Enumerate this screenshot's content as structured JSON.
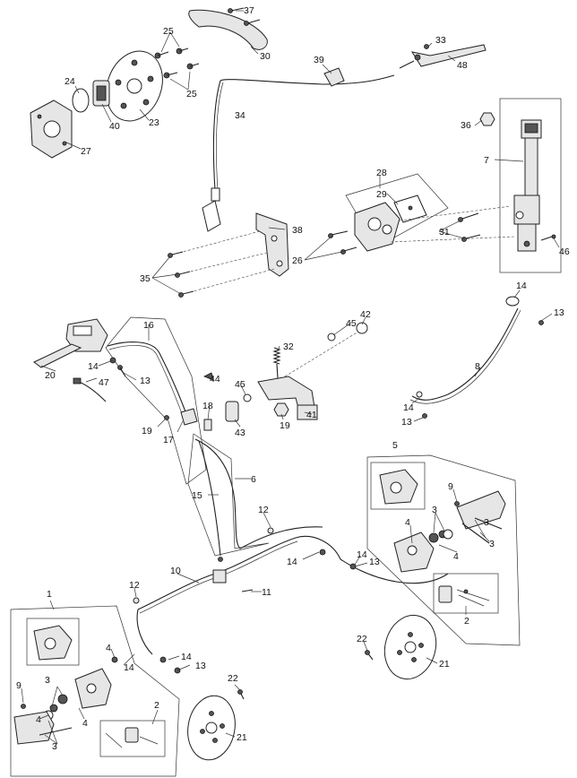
{
  "labels": [
    {
      "id": "37",
      "t": "37"
    },
    {
      "id": "25a",
      "t": "25"
    },
    {
      "id": "30",
      "t": "30"
    },
    {
      "id": "25b",
      "t": "25"
    },
    {
      "id": "24",
      "t": "24"
    },
    {
      "id": "40",
      "t": "40"
    },
    {
      "id": "23",
      "t": "23"
    },
    {
      "id": "27",
      "t": "27"
    },
    {
      "id": "34",
      "t": "34"
    },
    {
      "id": "39",
      "t": "39"
    },
    {
      "id": "33",
      "t": "33"
    },
    {
      "id": "48",
      "t": "48"
    },
    {
      "id": "36",
      "t": "36"
    },
    {
      "id": "7",
      "t": "7"
    },
    {
      "id": "28",
      "t": "28"
    },
    {
      "id": "29",
      "t": "29"
    },
    {
      "id": "31",
      "t": "31"
    },
    {
      "id": "38",
      "t": "38"
    },
    {
      "id": "26",
      "t": "26"
    },
    {
      "id": "35",
      "t": "35"
    },
    {
      "id": "46",
      "t": "46"
    },
    {
      "id": "14a",
      "t": "14"
    },
    {
      "id": "13a",
      "t": "13"
    },
    {
      "id": "16",
      "t": "16"
    },
    {
      "id": "42",
      "t": "42"
    },
    {
      "id": "45a",
      "t": "45"
    },
    {
      "id": "32",
      "t": "32"
    },
    {
      "id": "14b",
      "t": "14"
    },
    {
      "id": "20",
      "t": "20"
    },
    {
      "id": "47",
      "t": "47"
    },
    {
      "id": "13b",
      "t": "13"
    },
    {
      "id": "44",
      "t": "44"
    },
    {
      "id": "45b",
      "t": "45"
    },
    {
      "id": "8",
      "t": "8"
    },
    {
      "id": "18",
      "t": "18"
    },
    {
      "id": "14c",
      "t": "14"
    },
    {
      "id": "41",
      "t": "41"
    },
    {
      "id": "19a",
      "t": "19"
    },
    {
      "id": "17",
      "t": "17"
    },
    {
      "id": "19b",
      "t": "19"
    },
    {
      "id": "43",
      "t": "43"
    },
    {
      "id": "13c",
      "t": "13"
    },
    {
      "id": "5",
      "t": "5"
    },
    {
      "id": "6",
      "t": "6"
    },
    {
      "id": "15",
      "t": "15"
    },
    {
      "id": "9a",
      "t": "9"
    },
    {
      "id": "3a",
      "t": "3"
    },
    {
      "id": "4a",
      "t": "4"
    },
    {
      "id": "12a",
      "t": "12"
    },
    {
      "id": "3b",
      "t": "3"
    },
    {
      "id": "3c",
      "t": "3"
    },
    {
      "id": "14d",
      "t": "14"
    },
    {
      "id": "14e",
      "t": "14"
    },
    {
      "id": "13d",
      "t": "13"
    },
    {
      "id": "4b",
      "t": "4"
    },
    {
      "id": "10",
      "t": "10"
    },
    {
      "id": "12b",
      "t": "12"
    },
    {
      "id": "11",
      "t": "11"
    },
    {
      "id": "1",
      "t": "1"
    },
    {
      "id": "2a",
      "t": "2"
    },
    {
      "id": "22a",
      "t": "22"
    },
    {
      "id": "21a",
      "t": "21"
    },
    {
      "id": "4c",
      "t": "4"
    },
    {
      "id": "14f",
      "t": "14"
    },
    {
      "id": "14g",
      "t": "14"
    },
    {
      "id": "13e",
      "t": "13"
    },
    {
      "id": "9b",
      "t": "9"
    },
    {
      "id": "3d",
      "t": "3"
    },
    {
      "id": "22b",
      "t": "22"
    },
    {
      "id": "4d",
      "t": "4"
    },
    {
      "id": "4e",
      "t": "4"
    },
    {
      "id": "2b",
      "t": "2"
    },
    {
      "id": "3e",
      "t": "3"
    },
    {
      "id": "21b",
      "t": "21"
    }
  ]
}
